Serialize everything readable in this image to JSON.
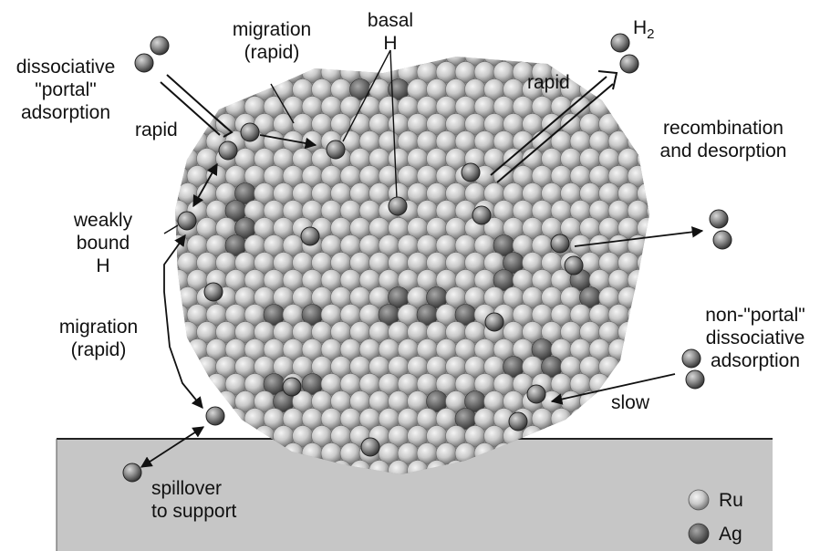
{
  "labels": {
    "dissociative_portal": [
      "dissociative",
      "\"portal\"",
      "adsorption"
    ],
    "rapid_left": "rapid",
    "migration_top": [
      "migration",
      "(rapid)"
    ],
    "basal_h": [
      "basal",
      "H"
    ],
    "h2_main": "H",
    "h2_sub": "2",
    "rapid_right": "rapid",
    "recombination": [
      "recombination",
      "and desorption"
    ],
    "weakly_bound": [
      "weakly",
      "bound",
      "H"
    ],
    "migration_left": [
      "migration",
      "(rapid)"
    ],
    "non_portal": [
      "non-\"portal\"",
      "dissociative",
      "adsorption"
    ],
    "slow": "slow",
    "spillover": [
      "spillover",
      "to support"
    ]
  },
  "legend": {
    "ru": "Ru",
    "ag": "Ag"
  },
  "colors": {
    "ru": "#c8c8c8",
    "ag": "#6e6e6e",
    "hydrogen": "#8c8c8c",
    "support": "#c4c4c4",
    "ink": "#111111"
  }
}
